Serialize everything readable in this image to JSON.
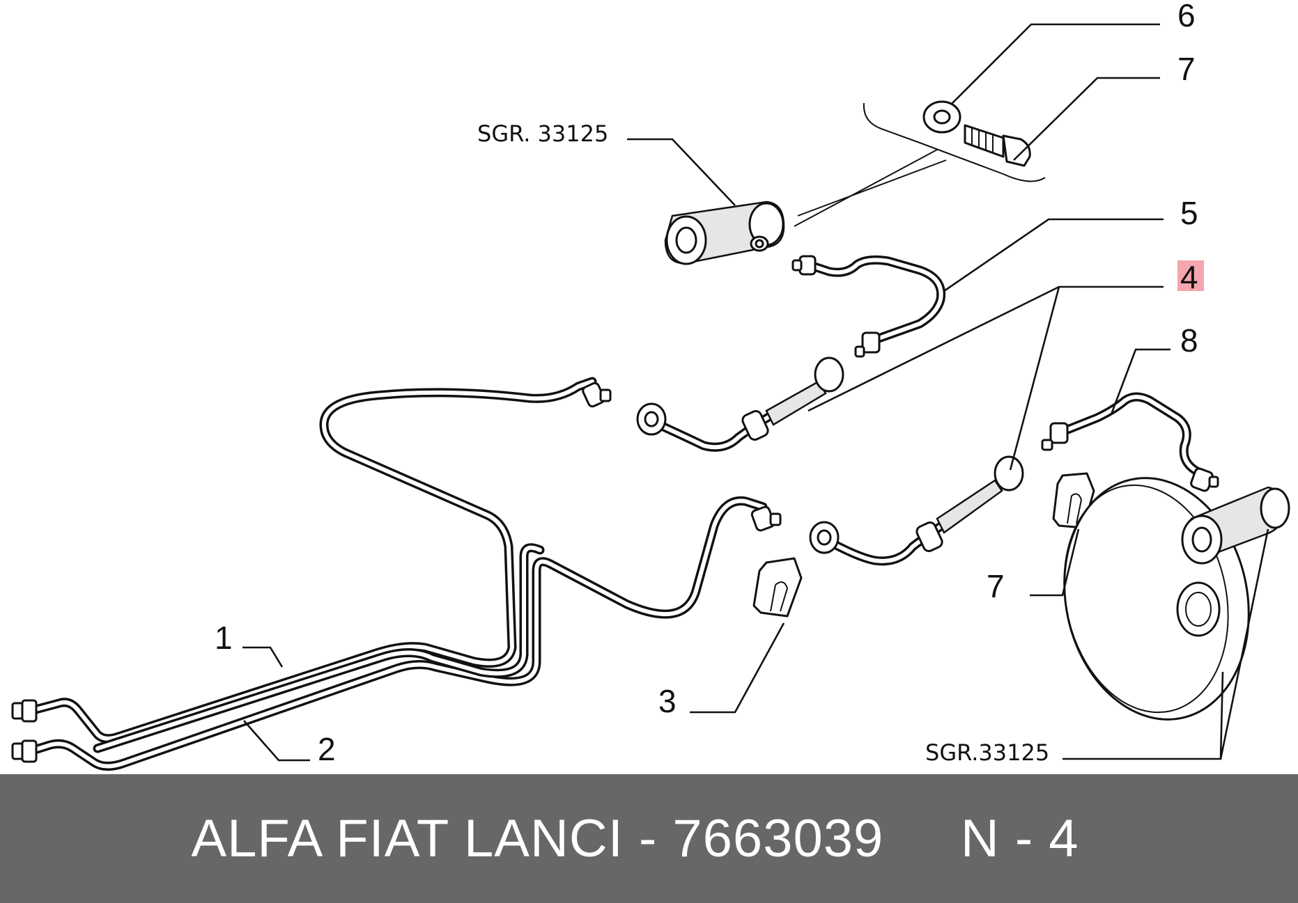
{
  "callouts": {
    "n1": "1",
    "n2": "2",
    "n3": "3",
    "n4": "4",
    "n5": "5",
    "n6": "6",
    "n7_top": "7",
    "n7_clip": "7",
    "n8": "8",
    "ref_upper": "SGR. 33125",
    "ref_lower": "SGR.33125"
  },
  "highlight_color": "#f4a6ae",
  "footer": {
    "text": "ALFA FIAT LANCI - 7663039     N - 4",
    "background": "#676767",
    "color": "#ffffff"
  }
}
